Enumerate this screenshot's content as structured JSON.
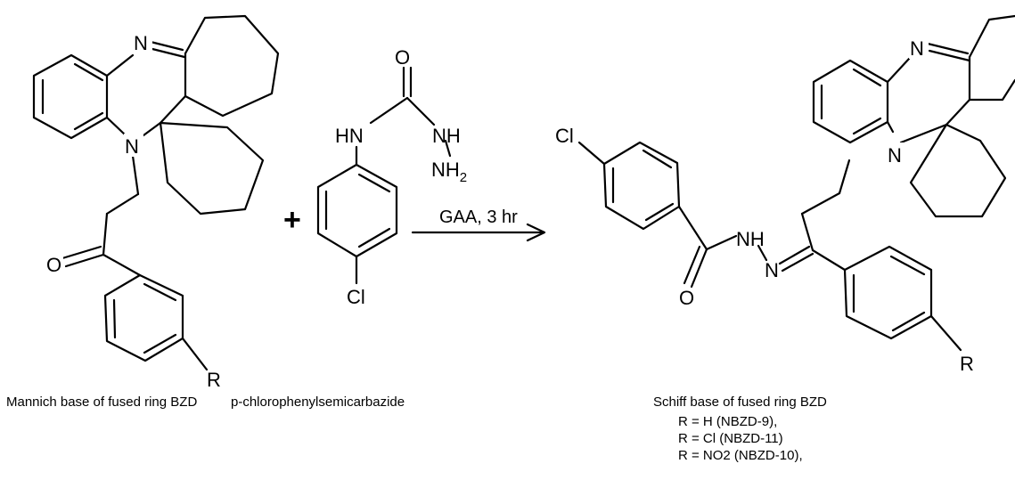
{
  "atoms": {
    "N": "N",
    "O": "O",
    "R": "R",
    "Cl": "Cl",
    "HN": "HN",
    "NH": "NH",
    "NH2_main": "NH",
    "NH2_sub": "2",
    "NH_dash": "NH"
  },
  "reaction": {
    "plus": "+",
    "conditions": "GAA, 3 hr"
  },
  "labels": {
    "reactant1": "Mannich base of fused ring BZD",
    "reactant2": "p-chlorophenylsemicarbazide",
    "product": "Schiff base of fused ring BZD",
    "variants": [
      "R = H (NBZD-9),",
      "R = Cl (NBZD-11)",
      "R = NO2 (NBZD-10),"
    ]
  }
}
